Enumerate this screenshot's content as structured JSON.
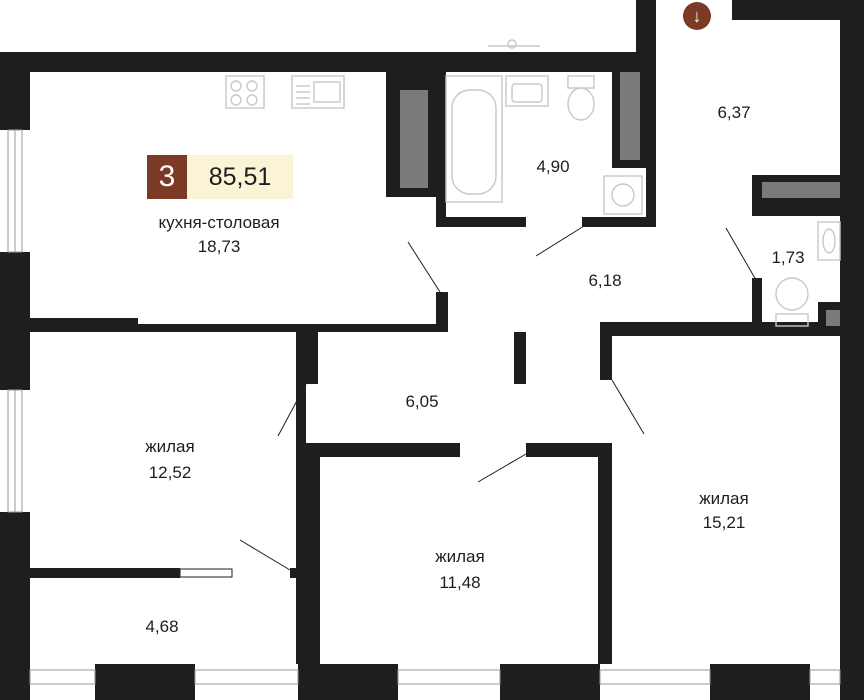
{
  "apartment": {
    "rooms_count": "3",
    "total_area": "85,51",
    "entrance_icon": "arrow-down-icon",
    "accent_color": "#7b3a25",
    "area_badge_color": "#fbf3d5"
  },
  "rooms": {
    "kitchen": {
      "name": "кухня-столовая",
      "area": "18,73"
    },
    "bathroom": {
      "area": "4,90"
    },
    "entry_hall": {
      "area": "6,37"
    },
    "wc": {
      "area": "1,73"
    },
    "hall": {
      "area": "6,18"
    },
    "corridor": {
      "area": "6,05"
    },
    "bedroom_left": {
      "name": "жилая",
      "area": "12,52"
    },
    "bedroom_middle": {
      "name": "жилая",
      "area": "11,48"
    },
    "bedroom_right": {
      "name": "жилая",
      "area": "15,21"
    },
    "loggia": {
      "area": "4,68"
    }
  }
}
